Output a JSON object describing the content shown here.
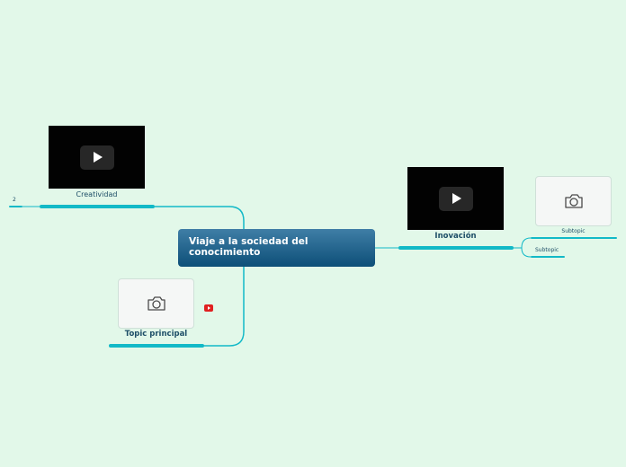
{
  "central_topic": {
    "label": "Viaje a la sociedad del conocimiento"
  },
  "topics": [
    {
      "label": "Creatividad",
      "media": "video",
      "note": "2"
    },
    {
      "label": "Topic principal",
      "media": "photo",
      "attachment_icon": "youtube-icon"
    },
    {
      "label": "Inovación",
      "media": "video"
    }
  ],
  "subtopics": [
    {
      "label": "Subtopic",
      "media": "photo"
    },
    {
      "label": "Subtopic"
    }
  ],
  "colors": {
    "background": "#e2f8e9",
    "branch": "#12b9c7",
    "central_top": "#3f7ea6",
    "central_bottom": "#0d4f78",
    "label_text": "#1d4e67"
  }
}
